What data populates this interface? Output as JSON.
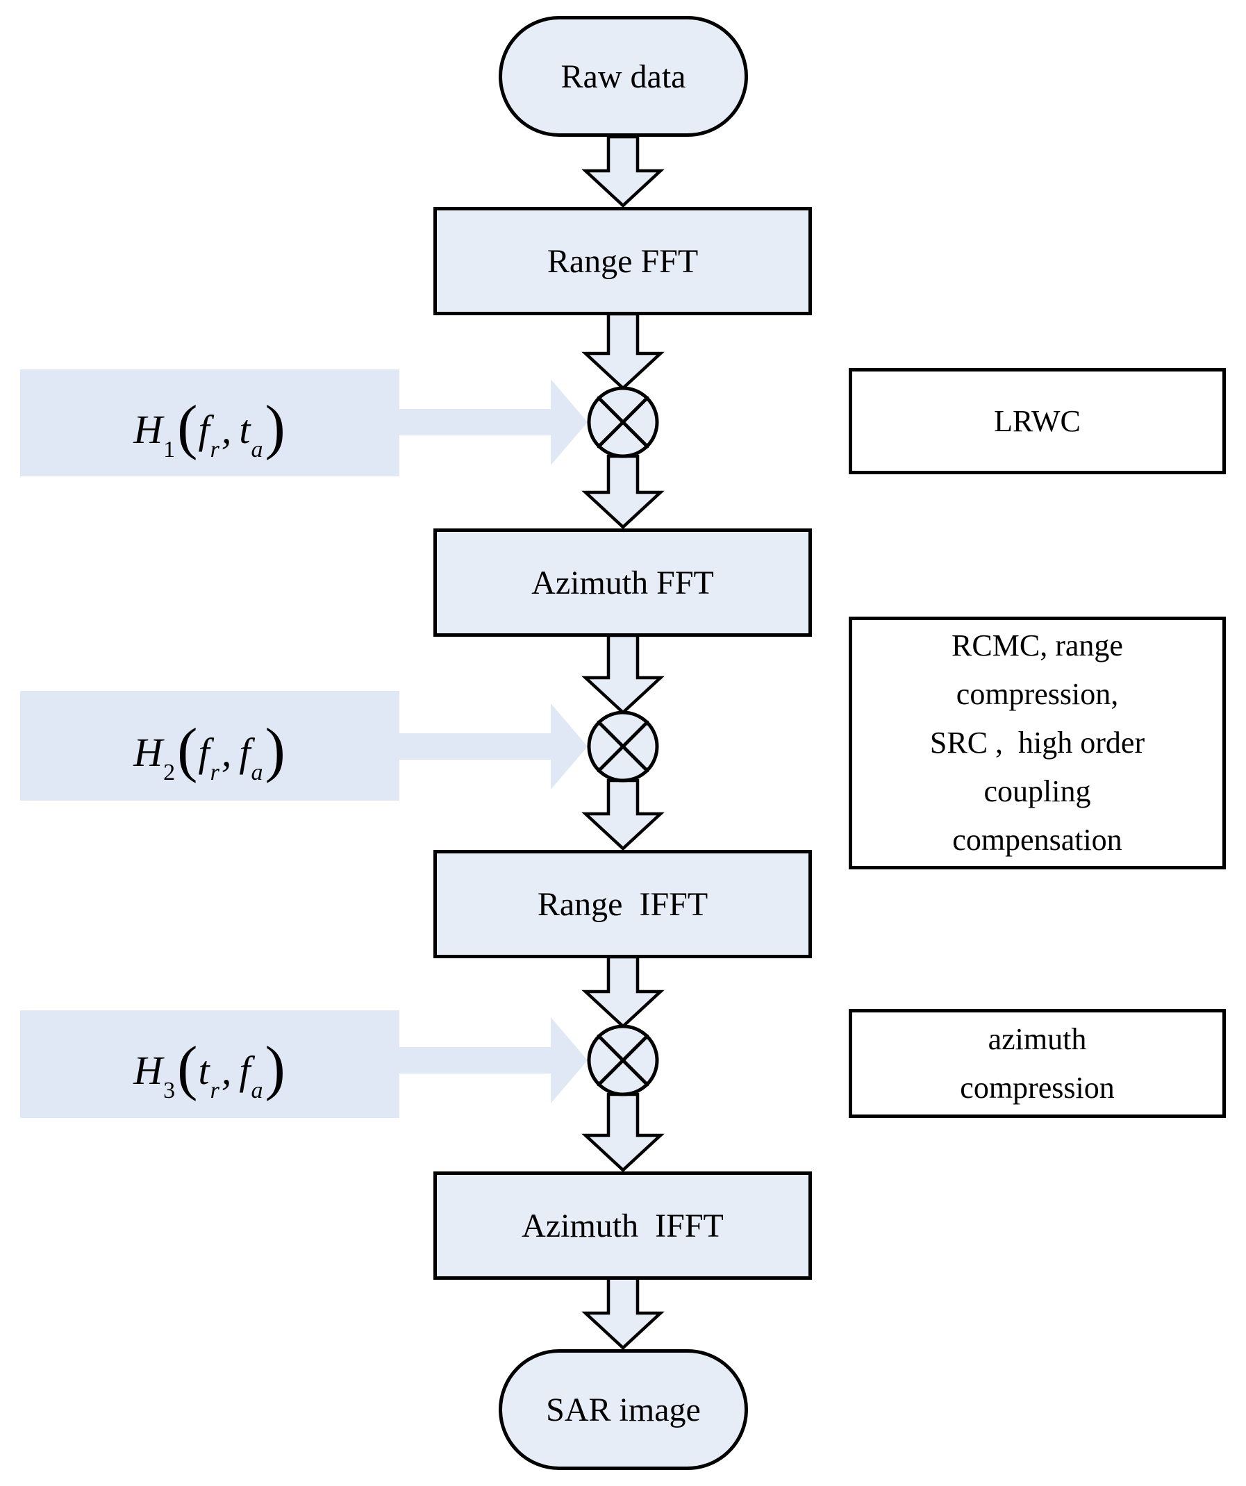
{
  "colors": {
    "shape_fill": "#e7edf7",
    "soft_fill": "#dfe8f4",
    "stroke": "#000000",
    "background": "#ffffff"
  },
  "icons": {
    "operator": "circle-multiply",
    "connector": "block-arrow"
  },
  "flow": {
    "start_label": "Raw data",
    "process_labels": [
      "Range FFT",
      "Azimuth FFT",
      "Range  IFFT",
      "Azimuth  IFFT"
    ],
    "end_label": "SAR image"
  },
  "filters": [
    {
      "base": "H",
      "sub": "1",
      "open": "(",
      "arg1": "f",
      "arg1_sub": "r",
      "separator": ",",
      "arg2": "t",
      "arg2_sub": "a",
      "close": ")"
    },
    {
      "base": "H",
      "sub": "2",
      "open": "(",
      "arg1": "f",
      "arg1_sub": "r",
      "separator": ",",
      "arg2": "f",
      "arg2_sub": "a",
      "close": ")"
    },
    {
      "base": "H",
      "sub": "3",
      "open": "(",
      "arg1": "t",
      "arg1_sub": "r",
      "separator": ",",
      "arg2": "f",
      "arg2_sub": "a",
      "close": ")"
    }
  ],
  "annotations": {
    "lrwc": {
      "lines": [
        "LRWC"
      ]
    },
    "rcmc": {
      "lines": [
        "RCMC, range",
        "compression,",
        "SRC ,  high order",
        "coupling",
        "compensation"
      ]
    },
    "azimuth_compression": {
      "lines": [
        "azimuth",
        "compression"
      ]
    }
  }
}
